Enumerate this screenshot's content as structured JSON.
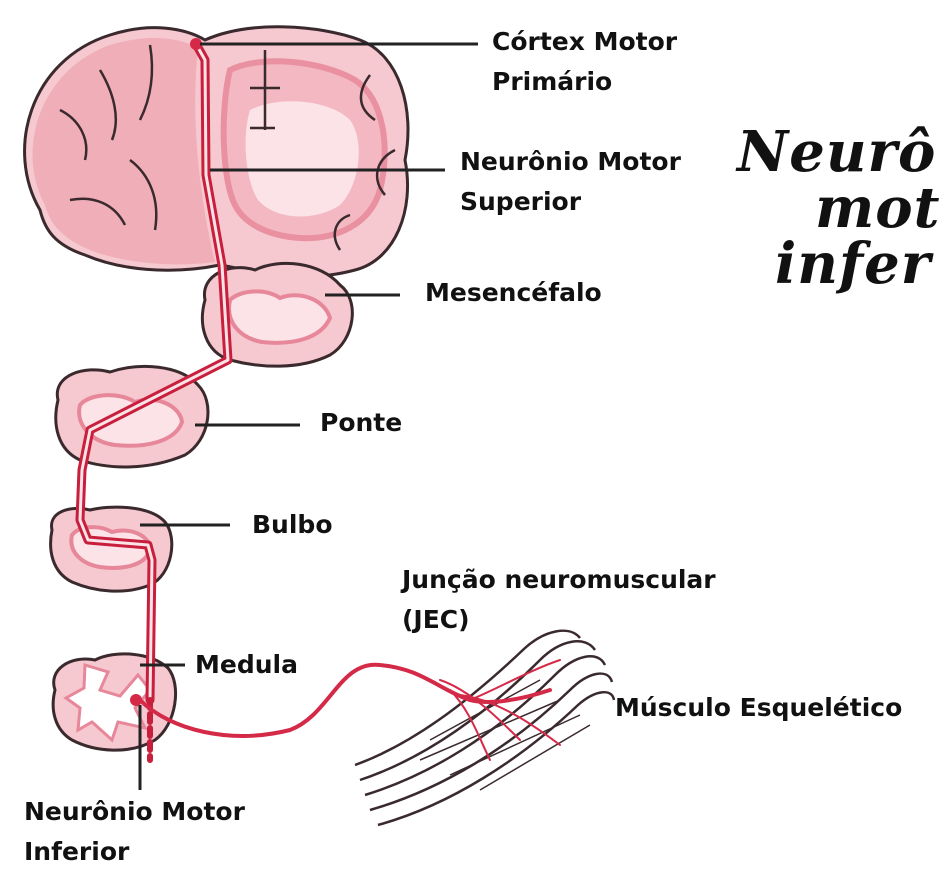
{
  "colors": {
    "tissue_light": "#f6c8cf",
    "tissue_mid": "#eca2ae",
    "tissue_outline": "#3a2a2e",
    "gray_matter": "#e7879a",
    "nerve": "#d42a48",
    "leader": "#222222",
    "heading": "#111111",
    "background": "#ffffff"
  },
  "icons": [
    "cerebral-cortex",
    "midbrain-section",
    "pons-section",
    "medulla-section",
    "spinal-cord-section",
    "skeletal-muscle-fibers"
  ],
  "labels": {
    "cortex_line1": "Córtex Motor",
    "cortex_line2": "Primário",
    "upper_line1": "Neurônio Motor",
    "upper_line2": "Superior",
    "mesencephalon": "Mesencéfalo",
    "pons": "Ponte",
    "bulb": "Bulbo",
    "junction_line1": "Junção neuromuscular",
    "junction_line2": "(JEC)",
    "cord": "Medula",
    "muscle": "Músculo Esquelético",
    "lower_line1": "Neurônio Motor",
    "lower_line2": "Inferior"
  },
  "heading": {
    "line1": "Neurô",
    "line2": "mot",
    "line3": "infer"
  }
}
